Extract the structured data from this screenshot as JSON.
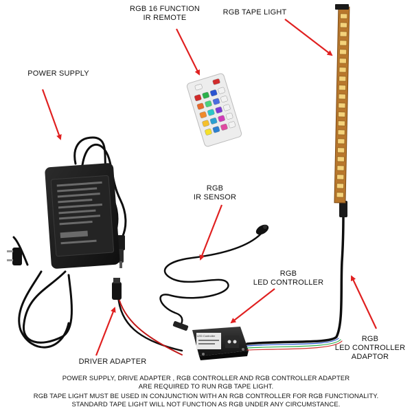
{
  "labels": {
    "remote_line1": "RGB 16 FUNCTION",
    "remote_line2": "IR REMOTE",
    "tape_light": "RGB TAPE LIGHT",
    "power_supply": "POWER SUPPLY",
    "sensor_line1": "RGB",
    "sensor_line2": "IR SENSOR",
    "controller_line1": "RGB",
    "controller_line2": "LED CONTROLLER",
    "adaptor_line1": "RGB",
    "adaptor_line2": "LED CONTROLLER",
    "adaptor_line3": "ADAPTOR",
    "driver_adapter": "DRIVER ADAPTER"
  },
  "device_text": {
    "controller_title": "LED Controller"
  },
  "footer": {
    "line1": "POWER SUPPLY, DRIVE ADAPTER , RGB CONTROLLER AND RGB CONTROLLER ADAPTER",
    "line2": "ARE REQUIRED TO RUN RGB TAPE LIGHT.",
    "line3": "RGB TAPE LIGHT MUST BE USED IN CONJUNCTION WITH AN RGB CONTROLLER FOR RGB FUNCTIONALITY.",
    "line4": "STANDARD TAPE LIGHT WILL NOT FUNCTION AS RGB UNDER ANY CIRCUMSTANCE."
  },
  "colors": {
    "arrow": "#e02020",
    "device": "#1c1c1c",
    "tape": "#b8772c",
    "led": "#f4d27a",
    "cable": "#0e0e0e"
  },
  "remote_buttons": [
    "#d12b2b",
    "#2bb04a",
    "#2b55d1",
    "#f2f2f2",
    "#e86a2b",
    "#49d17b",
    "#4a6ee0",
    "#f2f2f2",
    "#f08a2b",
    "#2bc7c7",
    "#7b3bd6",
    "#f2f2f2",
    "#f5c02b",
    "#2b9fd1",
    "#d13bb8",
    "#f2f2f2",
    "#f5e02b",
    "#2b7fd1",
    "#e04ba0",
    "#f2f2f2"
  ]
}
